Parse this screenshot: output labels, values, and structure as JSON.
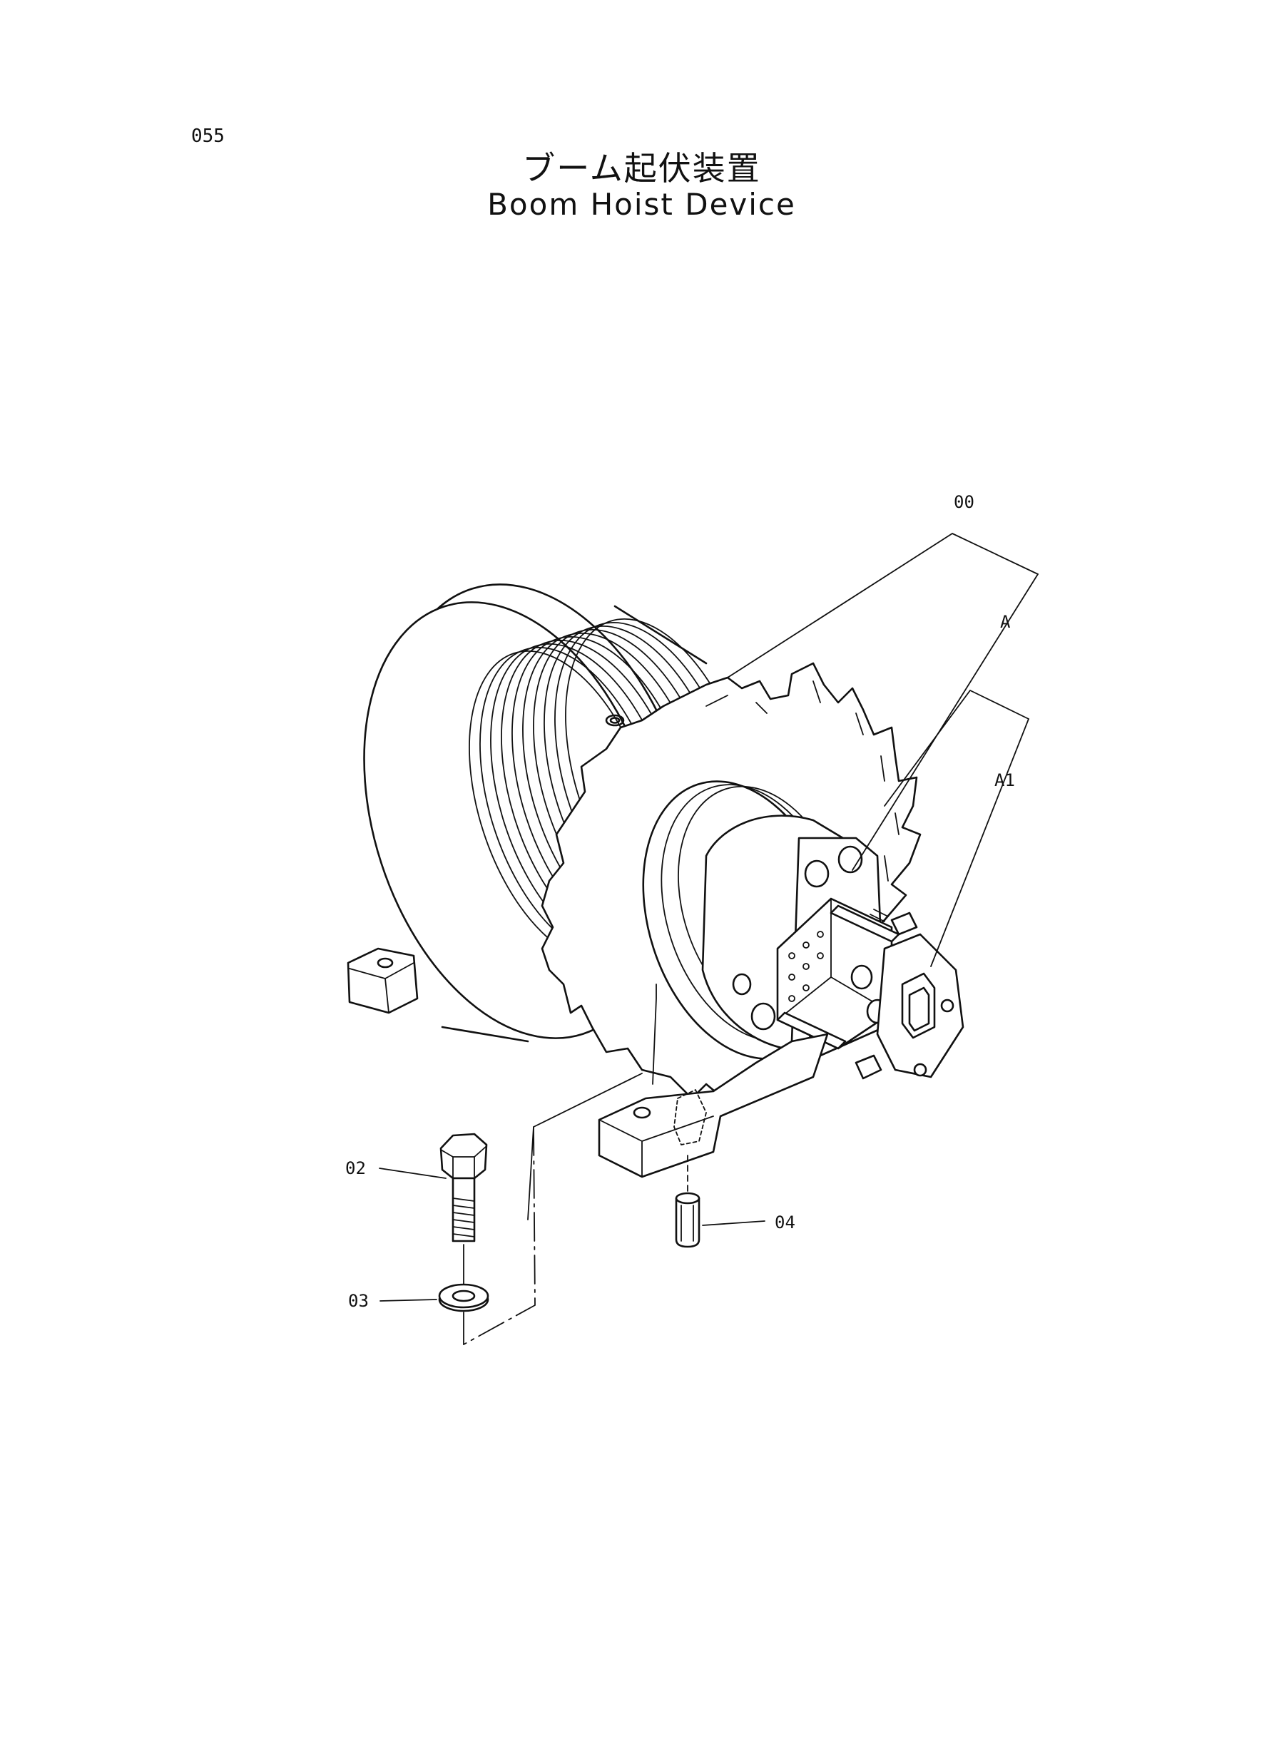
{
  "header": {
    "page_number": "055",
    "title_jp": "ブーム起伏装置",
    "title_en": "Boom Hoist Device"
  },
  "callouts": {
    "c00": "00",
    "cA": "A",
    "cA1": "A1",
    "c02": "02",
    "c03": "03",
    "c04": "04"
  }
}
